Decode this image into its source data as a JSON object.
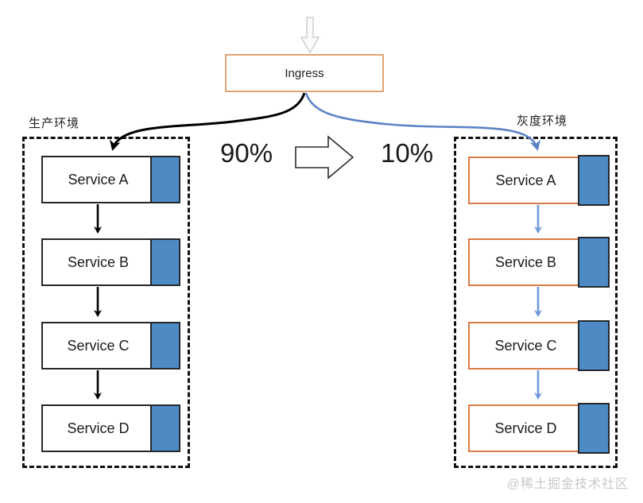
{
  "ingress": {
    "label": "Ingress"
  },
  "traffic_split": {
    "production_percent": "90%",
    "canary_percent": "10%"
  },
  "environments": {
    "production": {
      "label": "生产环境",
      "services": [
        "Service A",
        "Service B",
        "Service C",
        "Service D"
      ]
    },
    "canary": {
      "label": "灰度环境",
      "services": [
        "Service A",
        "Service B",
        "Service C",
        "Service D"
      ]
    }
  },
  "watermark": "@稀土掘金技术社区",
  "icons": {
    "entry_arrow": "down-arrow",
    "split_arrow": "right-arrow"
  },
  "colors": {
    "ingress_border": "#DFA476",
    "production_node_border": "#262626",
    "canary_node_border": "#D97C45",
    "pod_fill": "#4E8BC4",
    "pod_border": "#23282E",
    "production_arrow": "#000000",
    "canary_arrow": "#7198DB",
    "ingress_canary_curve": "#5C83C6",
    "entry_arrow_gray": "#CFCFCF",
    "watermark_gray": "#C8C8C8"
  }
}
